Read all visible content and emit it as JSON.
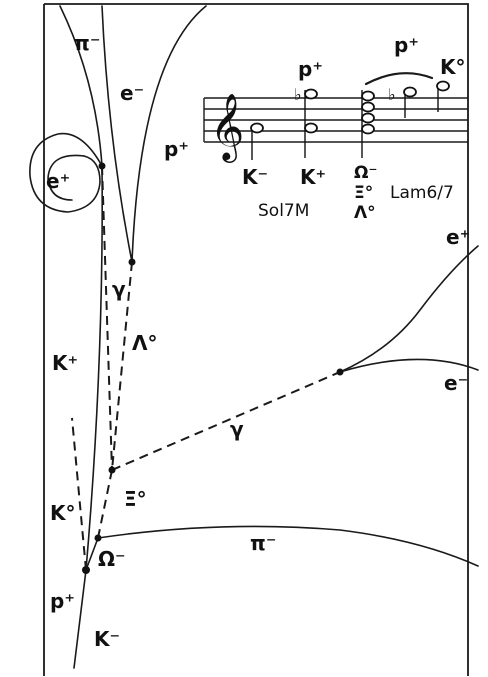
{
  "labels": {
    "pi_minus_top": "π⁻",
    "e_minus_top": "e⁻",
    "p_plus_left": "p⁺",
    "e_plus_left": "e⁺",
    "gamma_upper": "γ",
    "lambda_track": "Λ°",
    "k_plus_track": "K⁺",
    "e_plus_right": "e⁺",
    "e_minus_right": "e⁻",
    "gamma_lower": "γ",
    "xi_track": "Ξ°",
    "k_zero_track": "K°",
    "omega_track": "Ω⁻",
    "pi_minus_bottom": "π⁻",
    "p_plus_bottom": "p⁺",
    "k_minus_bottom": "K⁻"
  },
  "score": {
    "clef": "𝄞",
    "flat_1": "♭",
    "flat_2": "♭",
    "note_label_1": "K⁻",
    "note_label_2": "p⁺",
    "note_label_2_below": "K⁺",
    "chord_stack": [
      "Ω⁻",
      "Ξ°",
      "Λ°"
    ],
    "top_label_p": "p⁺",
    "top_label_k0": "K°",
    "chord_name_1": "Sol7M",
    "chord_name_2": "Lam6/7"
  }
}
